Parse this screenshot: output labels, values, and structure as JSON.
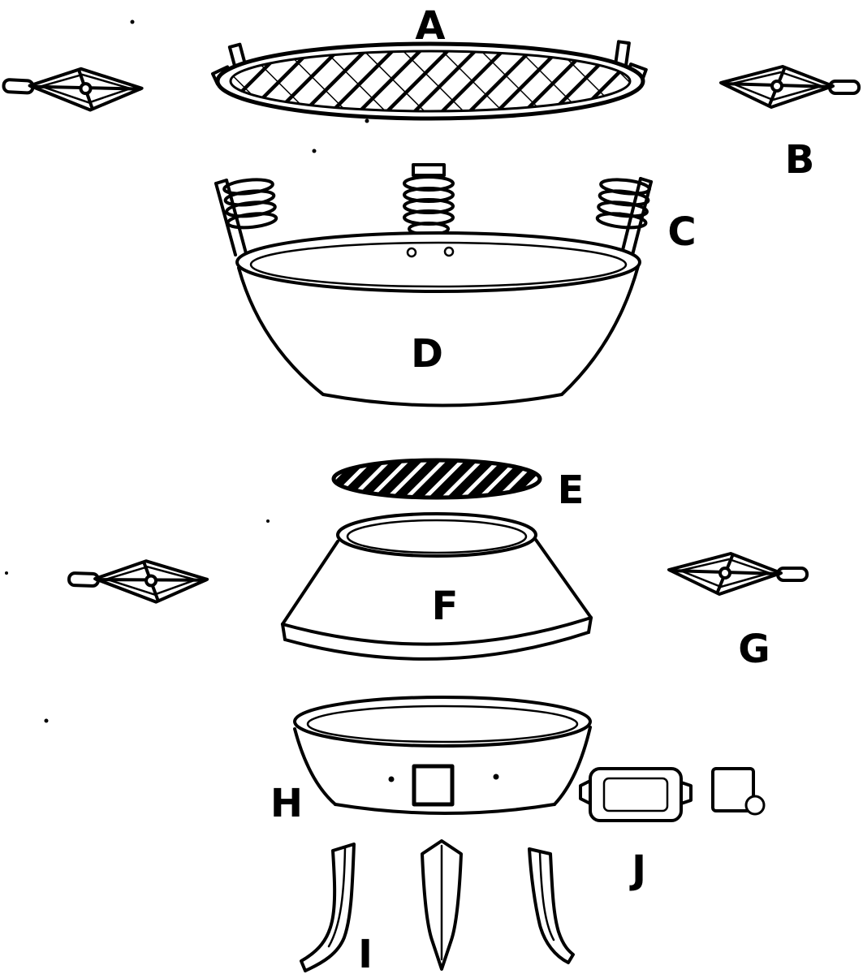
{
  "diagram": {
    "labels": {
      "a": "A",
      "b": "B",
      "c": "C",
      "d": "D",
      "e": "E",
      "f": "F",
      "g": "G",
      "h": "H",
      "i": "I",
      "j": "J"
    },
    "colors": {
      "ink": "#000000",
      "paper": "#ffffff"
    }
  }
}
